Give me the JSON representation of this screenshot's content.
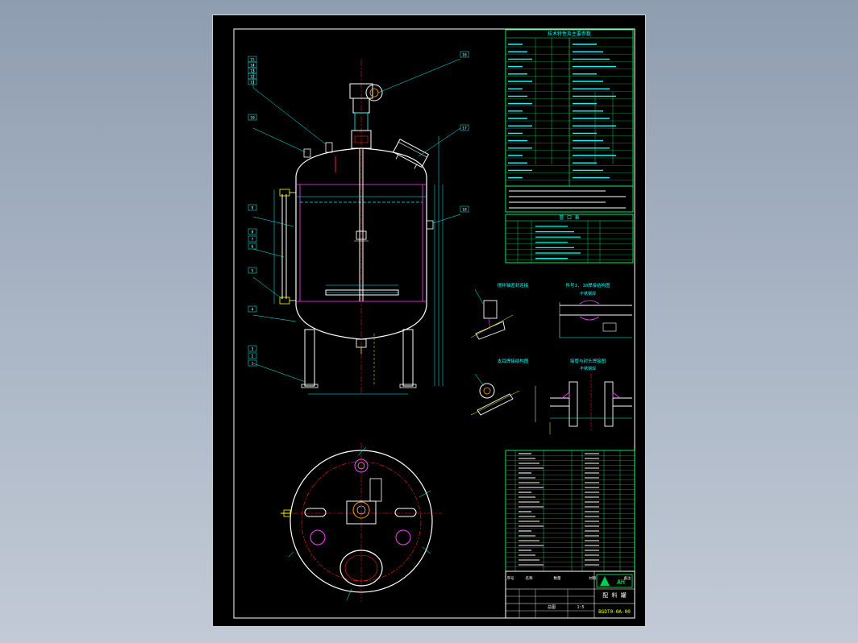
{
  "drawing": {
    "drawing_number": "BGDT0-0A-00",
    "company_logo_text": "AH",
    "title_block_product": "配 料 罐",
    "sheet_type": "总图",
    "scale": "1:5"
  },
  "detail_views": {
    "upper_left_title": "搅拌轴密封连接",
    "upper_right_title": "件号1, 10焊接结构图",
    "upper_right_subtitle": "不锈钢焊",
    "lower_left_title": "支耳焊接结构图",
    "lower_right_title": "接管与封头焊接图",
    "lower_right_subtitle": "不锈钢焊"
  },
  "tables": {
    "tech_spec_title": "技术特性及主要参数",
    "nozzle_table_title": "管 口 表",
    "parts_header": [
      "序号",
      "名称",
      "数量",
      "材料",
      "备注"
    ]
  },
  "part_numbers_left": [
    "15",
    "14",
    "13",
    "12",
    "11",
    "10",
    "9",
    "8",
    "7",
    "6",
    "5",
    "4",
    "3",
    "2",
    "1"
  ],
  "part_numbers_right": [
    "16",
    "17",
    "18"
  ],
  "colors": {
    "paper": "#000000",
    "line_white": "#ffffff",
    "dimension_cyan": "#00ffff",
    "magenta": "#ff40ff",
    "red": "#ff2020",
    "yellow": "#ffff00",
    "green": "#00ff66",
    "orange": "#ff9900"
  },
  "icons": [
    "company-logo-icon"
  ]
}
